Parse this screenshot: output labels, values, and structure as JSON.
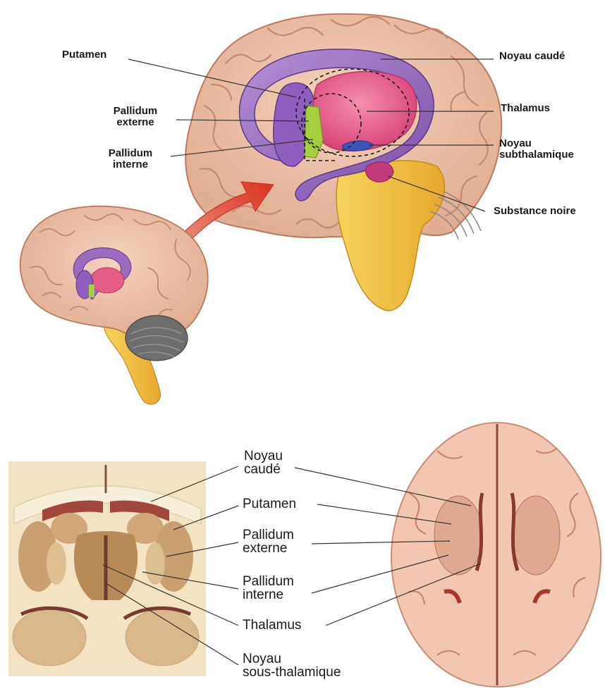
{
  "top_labels": {
    "putamen": "Putamen",
    "pallidum_externe": [
      "Pallidum",
      "externe"
    ],
    "pallidum_interne": [
      "Pallidum",
      "interne"
    ],
    "noyau_caude": "Noyau caudé",
    "thalamus": "Thalamus",
    "noyau_subthalamique": [
      "Noyau",
      "subthalamique"
    ],
    "substance_noire": "Substance noire"
  },
  "bottom_labels": {
    "noyau_caude": [
      "Noyau",
      "caudé"
    ],
    "putamen": "Putamen",
    "pallidum_externe": [
      "Pallidum",
      "externe"
    ],
    "pallidum_interne": [
      "Pallidum",
      "interne"
    ],
    "thalamus": "Thalamus",
    "noyau_sous_thalamique": [
      "Noyau",
      "sous-thalamique"
    ]
  },
  "colors": {
    "cortex": "#e6b49a",
    "cortex_dark": "#c7876b",
    "caudate_putamen": "#9a6cc0",
    "thalamus": "#e35d86",
    "pallidum": "#a6cf3f",
    "subthalamic": "#3a55b5",
    "substantia_nigra": "#c2397a",
    "brainstem": "#f0bd3a",
    "arrow": "#d9321c",
    "cerebellum": "#6b6b6b"
  }
}
